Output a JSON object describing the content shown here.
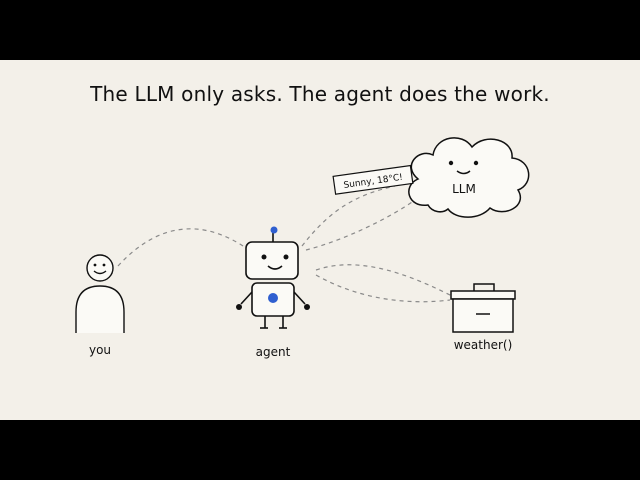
{
  "title": "The LLM only asks. The agent does the work.",
  "nodes": {
    "you": {
      "label": "you"
    },
    "agent": {
      "label": "agent"
    },
    "llm": {
      "label": "LLM"
    },
    "tool": {
      "label": "weather()"
    }
  },
  "message": {
    "text": "Sunny, 18°C!"
  },
  "colors": {
    "background": "#f3f0e9",
    "letterbox": "#000000",
    "ink": "#111111",
    "agent_accent": "#2f5fd0",
    "fill": "#fbfaf6"
  }
}
